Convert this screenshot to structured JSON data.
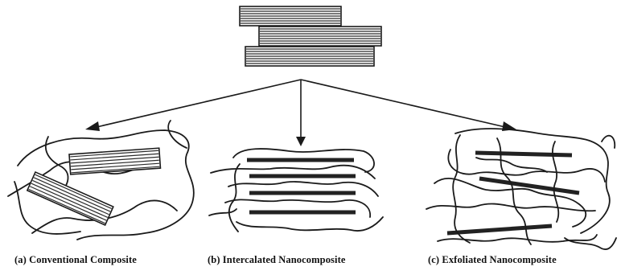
{
  "diagram": {
    "captions": {
      "conventional": "(a) Conventional Composite",
      "intercalated": "(b) Intercalated Nanocomposite",
      "exfoliated": "(c) Exfoliated Nanocomposite"
    },
    "colors": {
      "ink": "#1a1a1a",
      "background": "#ffffff"
    }
  }
}
